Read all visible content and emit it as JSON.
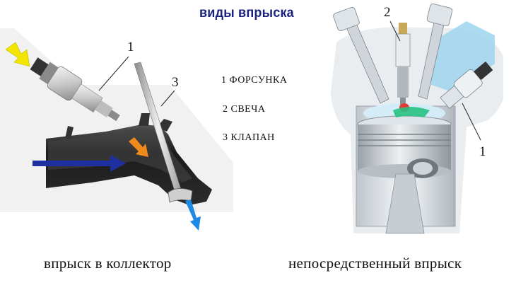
{
  "title": "виды впрыска",
  "legend": [
    {
      "label": "1 ФОРСУНКА"
    },
    {
      "label": "2 СВЕЧА"
    },
    {
      "label": "3 КЛАПАН"
    }
  ],
  "left_diagram": {
    "caption": "впрыск в коллектор",
    "callouts": [
      "1",
      "3"
    ]
  },
  "right_diagram": {
    "caption": "непосредственный впрыск",
    "callouts": [
      "2",
      "1"
    ]
  },
  "colors": {
    "title": "#1a237e",
    "intake_arrow": "#1f2fa0",
    "fuel_arrow": "#f08a1c",
    "exhaust_arrow": "#1e88e5",
    "input_arrow": "#f2e600",
    "port": "#1c1c1c",
    "spark": "#e53935",
    "mixture": "#26c281",
    "cylinder_glow": "#9ed3ee"
  }
}
